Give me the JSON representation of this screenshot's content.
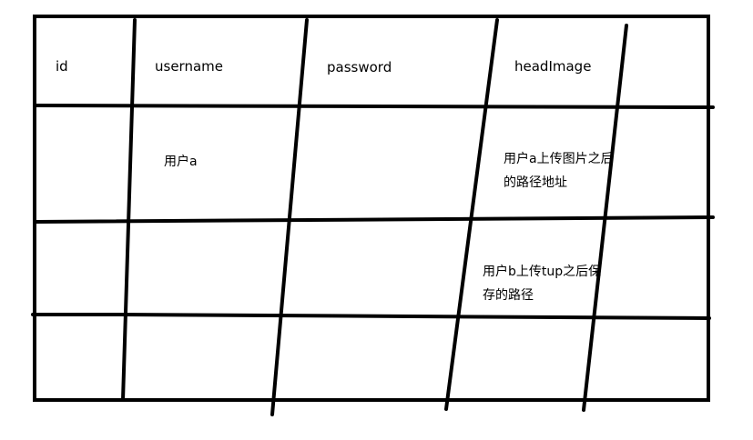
{
  "table": {
    "headers": [
      "id",
      "username",
      "password",
      "headImage"
    ],
    "rows": [
      {
        "username": "用户a",
        "headImage_line1": "用户a上传图片之后",
        "headImage_line2": "的路径地址"
      },
      {
        "headImage_line1": "用户b上传tup之后保",
        "headImage_line2": "存的路径"
      },
      {}
    ]
  },
  "colors": {
    "ink": "#000000",
    "paper": "#ffffff"
  }
}
